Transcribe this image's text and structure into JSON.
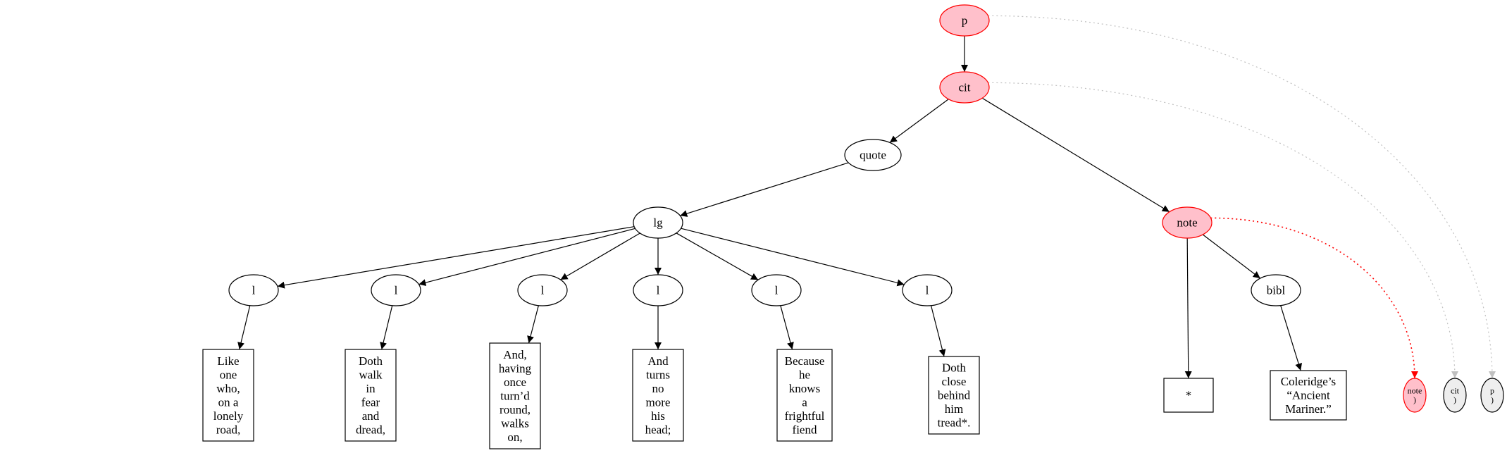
{
  "graph": {
    "nodes": [
      {
        "id": "p",
        "label": [
          "p"
        ],
        "shape": "ellipse",
        "style": "pink"
      },
      {
        "id": "cit",
        "label": [
          "cit"
        ],
        "shape": "ellipse",
        "style": "pink"
      },
      {
        "id": "quote",
        "label": [
          "quote"
        ],
        "shape": "ellipse",
        "style": "plain"
      },
      {
        "id": "lg",
        "label": [
          "lg"
        ],
        "shape": "ellipse",
        "style": "plain"
      },
      {
        "id": "note",
        "label": [
          "note"
        ],
        "shape": "ellipse",
        "style": "pink"
      },
      {
        "id": "l1",
        "label": [
          "l"
        ],
        "shape": "ellipse",
        "style": "plain"
      },
      {
        "id": "l2",
        "label": [
          "l"
        ],
        "shape": "ellipse",
        "style": "plain"
      },
      {
        "id": "l3",
        "label": [
          "l"
        ],
        "shape": "ellipse",
        "style": "plain"
      },
      {
        "id": "l4",
        "label": [
          "l"
        ],
        "shape": "ellipse",
        "style": "plain"
      },
      {
        "id": "l5",
        "label": [
          "l"
        ],
        "shape": "ellipse",
        "style": "plain"
      },
      {
        "id": "l6",
        "label": [
          "l"
        ],
        "shape": "ellipse",
        "style": "plain"
      },
      {
        "id": "bibl",
        "label": [
          "bibl"
        ],
        "shape": "ellipse",
        "style": "plain"
      },
      {
        "id": "t1",
        "label": [
          "Like",
          "one",
          "who,",
          "on a",
          "lonely",
          "road,"
        ],
        "shape": "box",
        "style": "plain"
      },
      {
        "id": "t2",
        "label": [
          "Doth",
          "walk",
          "in",
          "fear",
          "and",
          "dread,"
        ],
        "shape": "box",
        "style": "plain"
      },
      {
        "id": "t3",
        "label": [
          "And,",
          "having",
          "once",
          "turn’d",
          "round,",
          "walks",
          "on,"
        ],
        "shape": "box",
        "style": "plain"
      },
      {
        "id": "t4",
        "label": [
          "And",
          "turns",
          "no",
          "more",
          "his",
          "head;"
        ],
        "shape": "box",
        "style": "plain"
      },
      {
        "id": "t5",
        "label": [
          "Because",
          "he",
          "knows",
          "a",
          "frightful",
          "fiend"
        ],
        "shape": "box",
        "style": "plain"
      },
      {
        "id": "t6",
        "label": [
          "Doth",
          "close",
          "behind",
          "him",
          "tread*."
        ],
        "shape": "box",
        "style": "plain"
      },
      {
        "id": "star",
        "label": [
          "*"
        ],
        "shape": "box",
        "style": "plain"
      },
      {
        "id": "tbibl",
        "label": [
          "Coleridge’s",
          "“Ancient",
          "Mariner.”"
        ],
        "shape": "box",
        "style": "plain"
      },
      {
        "id": "endnote",
        "label": [
          "note",
          ")"
        ],
        "shape": "ellipse",
        "style": "pink-small"
      },
      {
        "id": "endcit",
        "label": [
          "cit",
          ")"
        ],
        "shape": "ellipse",
        "style": "grey-small"
      },
      {
        "id": "endp",
        "label": [
          "p",
          ")"
        ],
        "shape": "ellipse",
        "style": "grey-small"
      }
    ],
    "edges": [
      {
        "from": "p",
        "to": "cit",
        "style": "solid"
      },
      {
        "from": "cit",
        "to": "quote",
        "style": "solid"
      },
      {
        "from": "cit",
        "to": "note",
        "style": "solid"
      },
      {
        "from": "quote",
        "to": "lg",
        "style": "solid"
      },
      {
        "from": "lg",
        "to": "l1",
        "style": "solid"
      },
      {
        "from": "lg",
        "to": "l2",
        "style": "solid"
      },
      {
        "from": "lg",
        "to": "l3",
        "style": "solid"
      },
      {
        "from": "lg",
        "to": "l4",
        "style": "solid"
      },
      {
        "from": "lg",
        "to": "l5",
        "style": "solid"
      },
      {
        "from": "lg",
        "to": "l6",
        "style": "solid"
      },
      {
        "from": "l1",
        "to": "t1",
        "style": "solid"
      },
      {
        "from": "l2",
        "to": "t2",
        "style": "solid"
      },
      {
        "from": "l3",
        "to": "t3",
        "style": "solid"
      },
      {
        "from": "l4",
        "to": "t4",
        "style": "solid"
      },
      {
        "from": "l5",
        "to": "t5",
        "style": "solid"
      },
      {
        "from": "l6",
        "to": "t6",
        "style": "solid"
      },
      {
        "from": "note",
        "to": "star",
        "style": "solid"
      },
      {
        "from": "note",
        "to": "bibl",
        "style": "solid"
      },
      {
        "from": "bibl",
        "to": "tbibl",
        "style": "solid"
      },
      {
        "from": "note",
        "to": "endnote",
        "style": "dotted-red"
      },
      {
        "from": "cit",
        "to": "endcit",
        "style": "dotted-grey"
      },
      {
        "from": "p",
        "to": "endp",
        "style": "dotted-grey"
      }
    ]
  },
  "colors": {
    "pink_fill": "#ffc0cb",
    "pink_stroke": "#ff0000",
    "grey_fill": "#eeeeee",
    "grey_edge": "#c0c0c0",
    "red_edge": "#ff0000",
    "ink": "#000000"
  }
}
